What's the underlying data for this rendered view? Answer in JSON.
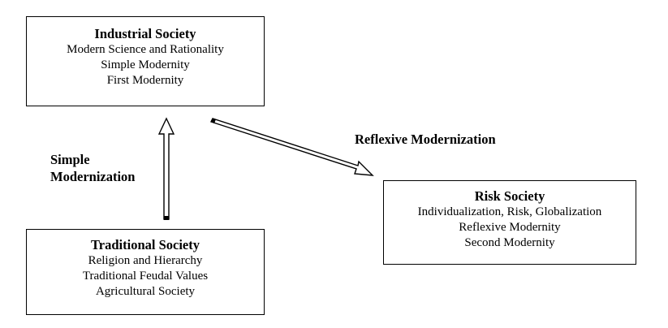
{
  "industrial": {
    "title": "Industrial Society",
    "lines": [
      "Modern Science and Rationality",
      "Simple Modernity",
      "First Modernity"
    ]
  },
  "traditional": {
    "title": "Traditional Society",
    "lines": [
      "Religion and Hierarchy",
      "Traditional Feudal Values",
      "Agricultural Society"
    ]
  },
  "risk": {
    "title": "Risk Society",
    "lines": [
      "Individualization, Risk, Globalization",
      "Reflexive Modernity",
      "Second Modernity"
    ]
  },
  "arrows": {
    "simple_label_line1": "Simple",
    "simple_label_line2": "Modernization",
    "reflexive_label": "Reflexive Modernization"
  }
}
